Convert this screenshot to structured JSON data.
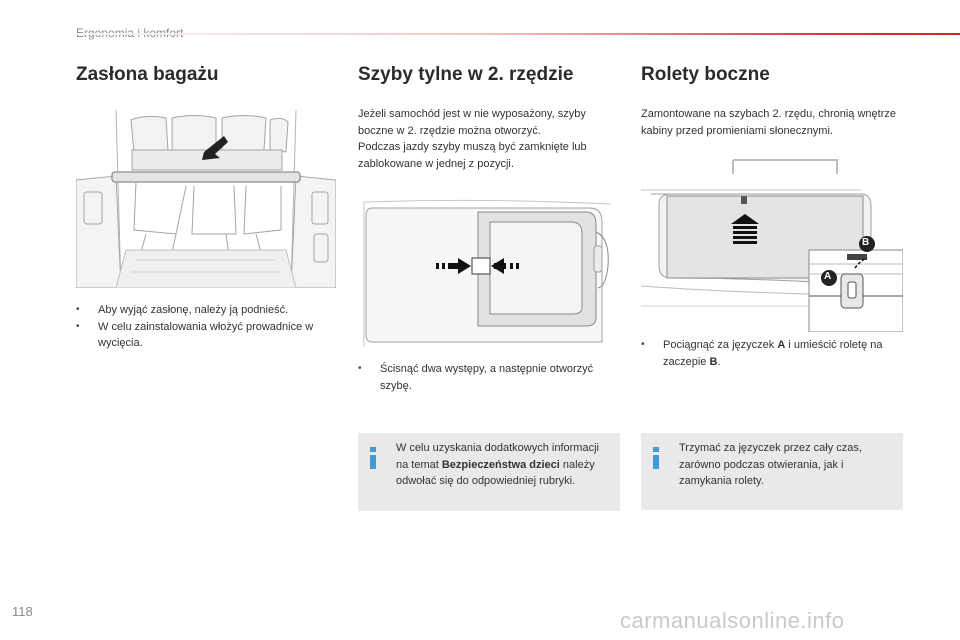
{
  "header": {
    "section": "Ergonomia i komfort"
  },
  "col1": {
    "title": "Zasłona bagażu",
    "bullet_symbol": "•",
    "bullets": [
      "Aby wyjąć zasłonę, należy ją podnieść.",
      "W celu zainstalowania włożyć prowadnice w wycięcia."
    ]
  },
  "col2": {
    "title": "Szyby tylne w 2. rzędzie",
    "intro": "Jeżeli samochód jest w nie wyposażony, szyby boczne w 2. rzędzie można otworzyć.",
    "intro2": "Podczas jazdy szyby muszą być zamknięte lub zablokowane w jednej z pozycji.",
    "bullet": "Ścisnąć dwa występy, a następnie otworzyć szybę.",
    "info": {
      "pre": "W celu uzyskania dodatkowych informacji na temat ",
      "bold": "Bezpieczeństwa dzieci",
      "post": " należy odwołać się do odpowiedniej rubryki."
    }
  },
  "col3": {
    "title": "Rolety boczne",
    "intro": "Zamontowane na szybach 2. rzędu, chronią wnętrze kabiny przed promieniami słonecznymi.",
    "bullet": {
      "pre": "Pociągnąć za języczek ",
      "a": "A",
      "mid": " i umieścić roletę na zaczepie ",
      "b": "B",
      "post": "."
    },
    "info": "Trzymać za języczek przez cały czas, zarówno podczas otwierania, jak i zamykania rolety.",
    "fig_label_a": "A",
    "fig_label_b": "B"
  },
  "footer": {
    "page_number": "118",
    "watermark": "carmanualsonline.info"
  }
}
